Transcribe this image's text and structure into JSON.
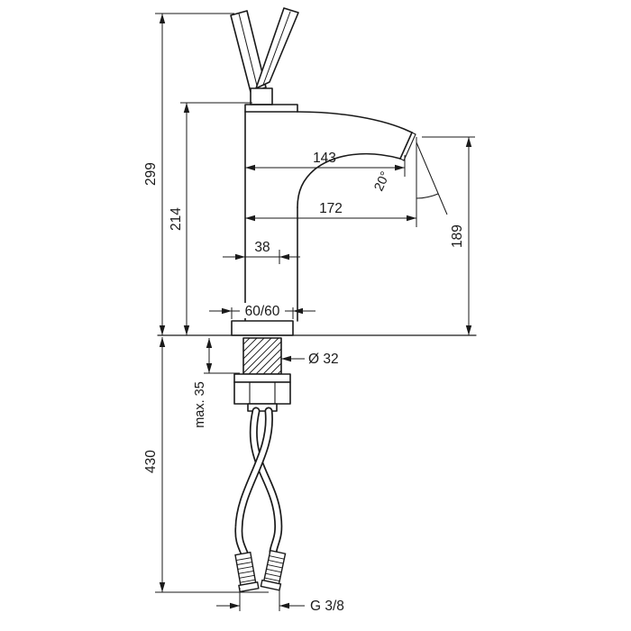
{
  "drawing": {
    "labels": {
      "total_height": "299",
      "body_height": "214",
      "below_counter_height": "430",
      "max_counter_thickness": "max. 35",
      "spout_reach": "143",
      "total_reach": "172",
      "body_depth": "38",
      "base_footprint": "60/60",
      "spray_angle": "20°",
      "outlet_height": "189",
      "shank_diameter": "Ø 32",
      "connection_thread": "G 3/8"
    }
  }
}
